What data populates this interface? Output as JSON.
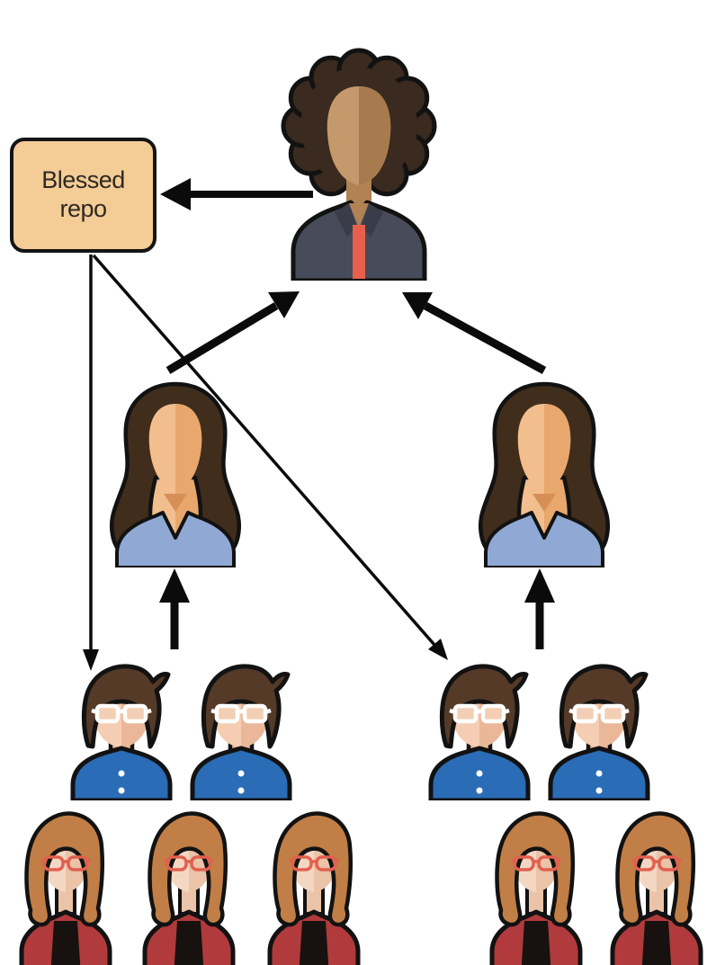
{
  "figure": {
    "kind": "workflow-diagram",
    "description": "Benevolent dictator style repository workflow: developers feed lieutenants, lieutenants feed the dictator, the dictator pushes to the blessed repo, and developers pull from the blessed repo."
  },
  "blessed_repo": {
    "label": "Blessed repo"
  },
  "diagram": {
    "nodes": [
      {
        "id": "blessed-repo",
        "type": "repository",
        "label": "Blessed repo"
      },
      {
        "id": "dictator",
        "type": "person",
        "appearance": "woman, dark curly hair, dark jacket, coral shirt"
      },
      {
        "id": "lieutenant-left",
        "type": "person",
        "appearance": "woman, long wavy dark hair, blue v-neck top"
      },
      {
        "id": "lieutenant-right",
        "type": "person",
        "appearance": "woman, long wavy dark hair, blue v-neck top"
      },
      {
        "id": "dev-group-left",
        "type": "group",
        "members": {
          "men_blue_shirt_glasses": 2,
          "women_red_cardigan_glasses": 3
        }
      },
      {
        "id": "dev-group-right",
        "type": "group",
        "members": {
          "men_blue_shirt_glasses": 2,
          "women_red_cardigan_glasses": 2
        }
      }
    ],
    "edges": [
      {
        "from": "dictator",
        "to": "blessed-repo",
        "style": "thick",
        "direction": "left"
      },
      {
        "from": "lieutenant-left",
        "to": "dictator",
        "style": "thick",
        "direction": "up-right"
      },
      {
        "from": "lieutenant-right",
        "to": "dictator",
        "style": "thick",
        "direction": "up-left"
      },
      {
        "from": "dev-group-left",
        "to": "lieutenant-left",
        "style": "thick",
        "direction": "up"
      },
      {
        "from": "dev-group-right",
        "to": "lieutenant-right",
        "style": "thick",
        "direction": "up"
      },
      {
        "from": "blessed-repo",
        "to": "dev-group-left",
        "style": "thin",
        "direction": "down"
      },
      {
        "from": "blessed-repo",
        "to": "dev-group-right",
        "style": "thin",
        "direction": "down-right"
      }
    ]
  },
  "colors": {
    "background": "#FFFFFF",
    "box_fill": "#F4CC95",
    "box_border": "#141414",
    "box_text": "#2E2823",
    "arrow": "#0B0B0B",
    "dictator_hair": "#3A2A1F",
    "dictator_face_light": "#C6996C",
    "dictator_face_dark": "#A87B4F",
    "dictator_jacket": "#484B59",
    "dictator_shirt": "#E6604B",
    "lieutenant_hair": "#402D1C",
    "lieutenant_face_light": "#F2BE8E",
    "lieutenant_face_dark": "#E8A76C",
    "lieutenant_top": "#8FA9D4",
    "man_hair": "#553A28",
    "man_face_light": "#F4CDB2",
    "man_face_dark": "#EAB898",
    "man_shirt": "#2A6CB5",
    "man_glasses": "#FFFFFF",
    "woman_hair": "#C17E46",
    "woman_face_light": "#F4D7C2",
    "woman_face_dark": "#EAC3A8",
    "woman_glasses": "#E2604F",
    "woman_cardigan": "#B13A3C",
    "woman_inner_top": "#17120F"
  }
}
